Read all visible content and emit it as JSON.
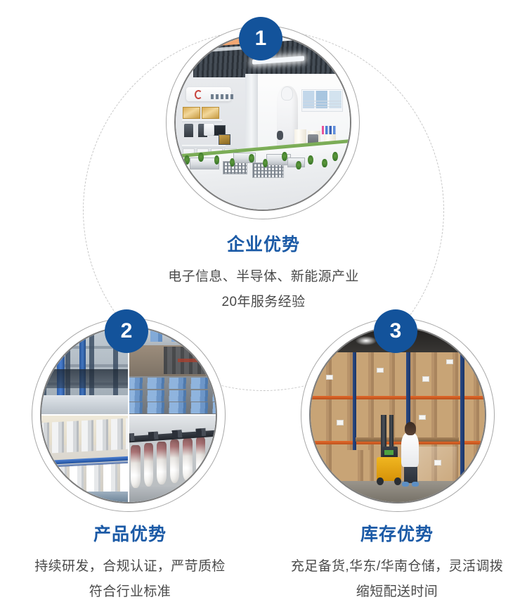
{
  "page": {
    "layout": "three-circle-advantage-infographic",
    "background_color": "#ffffff",
    "accent_blue": "#13539B",
    "heading_blue": "#1B5AA6",
    "body_text_color": "#4A4A4A",
    "connector_style": "dashed-circle"
  },
  "items": [
    {
      "number": "1",
      "title": "企业优势",
      "lines": [
        "电子信息、半导体、新能源产业",
        "20年服务经验"
      ],
      "photo": {
        "name": "company-showroom-photo",
        "alt": "企业展厅内的工厂园区沙盘模型、荣誉展示柜与无尘服展示"
      }
    },
    {
      "number": "2",
      "title": "产品优势",
      "lines": [
        "持续研发，合规认证，严苛质检",
        "符合行业标准"
      ],
      "photo": {
        "name": "production-line-photo",
        "alt": "手套生产线四宫格：自动化设备、蓝色丁腈手套、白色手模排列、悬挂手模"
      }
    },
    {
      "number": "3",
      "title": "库存优势",
      "lines": [
        "充足备货,华东/华南仓储，灵活调拨",
        "缩短配送时间"
      ],
      "photo": {
        "name": "warehouse-photo",
        "alt": "仓库高位货架堆满纸箱，工人驾驶黄色电动堆高车作业"
      }
    }
  ]
}
